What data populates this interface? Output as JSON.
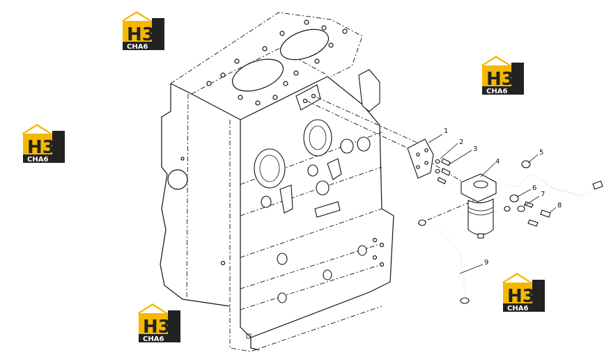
{
  "diagram": {
    "callouts": [
      {
        "id": "1",
        "label": "1"
      },
      {
        "id": "2",
        "label": "2"
      },
      {
        "id": "3",
        "label": "3"
      },
      {
        "id": "4",
        "label": "4"
      },
      {
        "id": "5",
        "label": "5"
      },
      {
        "id": "6",
        "label": "6"
      },
      {
        "id": "7",
        "label": "7"
      },
      {
        "id": "8",
        "label": "8"
      },
      {
        "id": "9",
        "label": "9"
      }
    ]
  },
  "watermark": {
    "letters": "H3",
    "caption": "CHA6",
    "colors": {
      "yellow": "#f5b800",
      "dark": "#222222",
      "white": "#ffffff"
    }
  },
  "colors": {
    "line": "#111111",
    "background": "#ffffff"
  }
}
